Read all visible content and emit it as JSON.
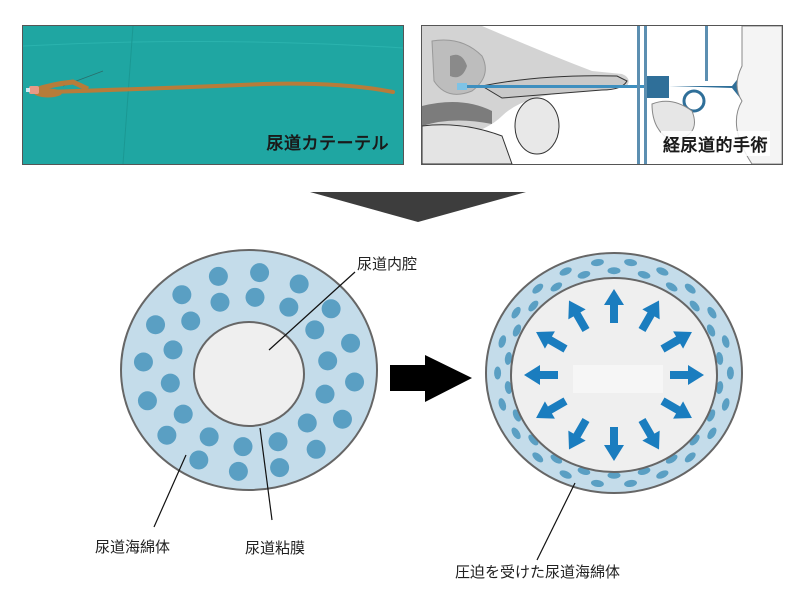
{
  "top_panels": {
    "left": {
      "caption": "尿道カテーテル",
      "background_color": "#1fa6a2",
      "object": "catheter-photo"
    },
    "right": {
      "caption": "経尿道的手術",
      "object": "transurethral-surgery-illustration"
    }
  },
  "arrows": {
    "down": {
      "color": "#3d3d3d"
    },
    "right": {
      "color": "#000000"
    }
  },
  "left_diagram": {
    "labels": {
      "lumen": "尿道内腔",
      "spongiosum": "尿道海綿体",
      "mucosa": "尿道粘膜"
    },
    "colors": {
      "tissue": "#c4dcea",
      "dots": "#5a9fc3",
      "lumen": "#efefef",
      "outline": "#666666"
    }
  },
  "right_diagram": {
    "labels": {
      "compressed_spongiosum": "圧迫を受けた尿道海綿体"
    },
    "arrow_count": 12,
    "colors": {
      "tissue": "#c4dcea",
      "dots": "#5a9fc3",
      "lumen": "#efefef",
      "arrows": "#1a7dbf",
      "outline": "#666666"
    }
  }
}
